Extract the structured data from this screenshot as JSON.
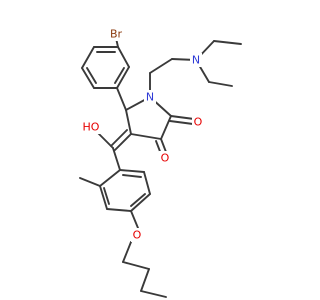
{
  "molecule": {
    "atom_labels": {
      "br": "Br",
      "n_ring": "N",
      "n_amine": "N",
      "o_hydroxy": "HO",
      "o_keto_2": "O",
      "o_keto_3": "O",
      "o_ether": "O"
    },
    "colors": {
      "bond": "#3a3a3a",
      "carbon": "#3a3a3a",
      "bromine": "#8b3a0e",
      "nitrogen": "#2f3bd6",
      "oxygen": "#e60000"
    }
  }
}
